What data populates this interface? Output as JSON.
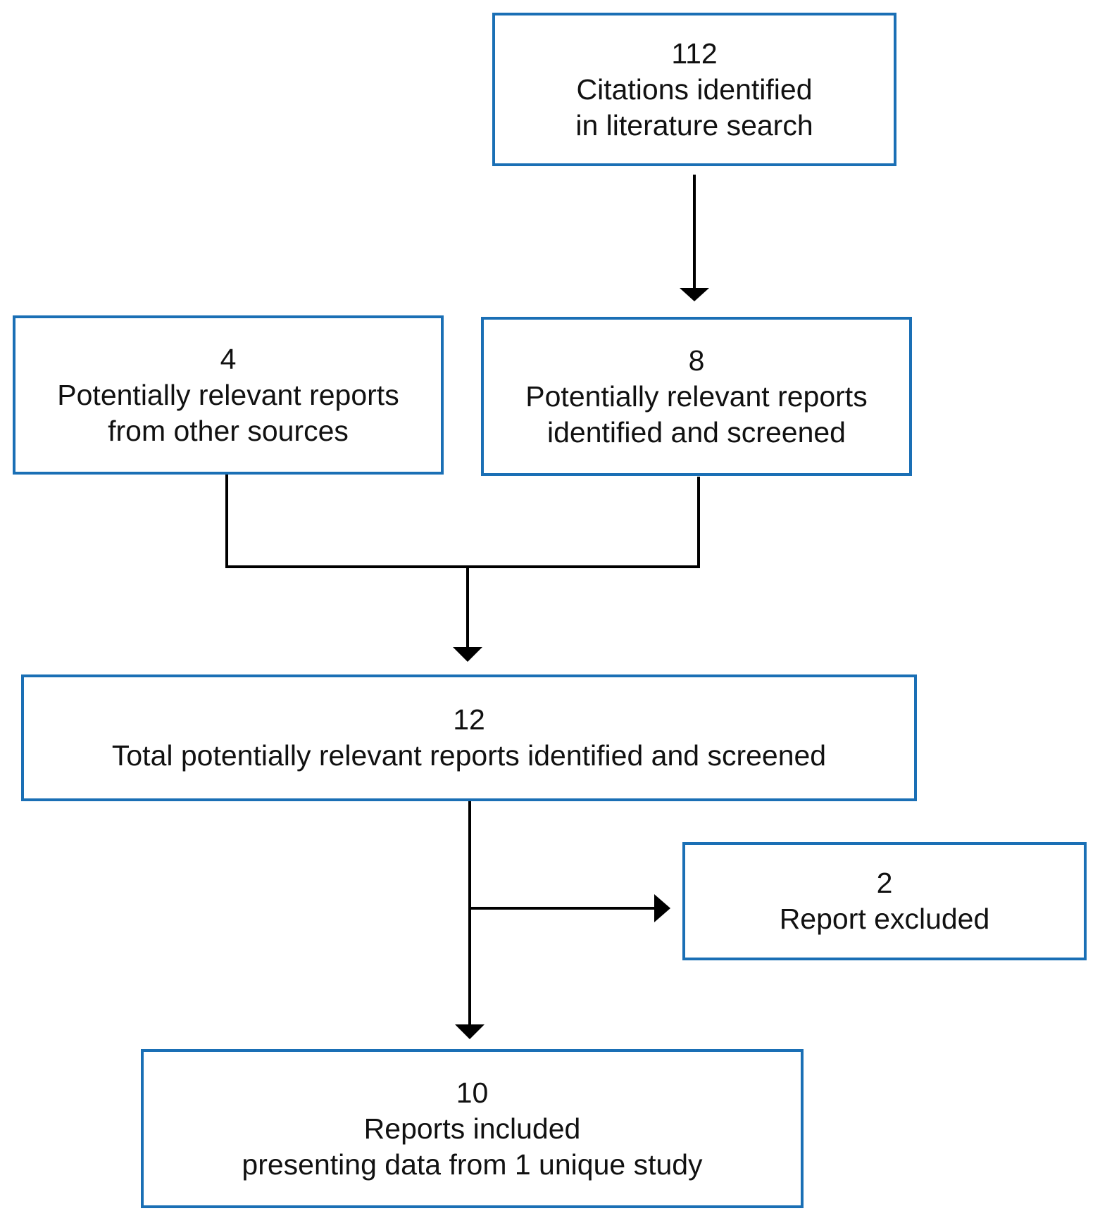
{
  "boxes": {
    "citations": {
      "count": "112",
      "line1": "Citations identified",
      "line2": "in literature search"
    },
    "other_sources": {
      "count": "4",
      "line1": "Potentially relevant reports",
      "line2": "from other sources"
    },
    "screened": {
      "count": "8",
      "line1": "Potentially relevant reports",
      "line2": "identified and screened"
    },
    "total": {
      "count": "12",
      "line1": "Total potentially relevant reports identified and screened"
    },
    "excluded": {
      "count": "2",
      "line1": "Report excluded"
    },
    "included": {
      "count": "10",
      "line1": "Reports included",
      "line2": "presenting data from 1 unique study"
    }
  },
  "colors": {
    "box_border": "#1a6fb5",
    "connector": "#000000"
  }
}
